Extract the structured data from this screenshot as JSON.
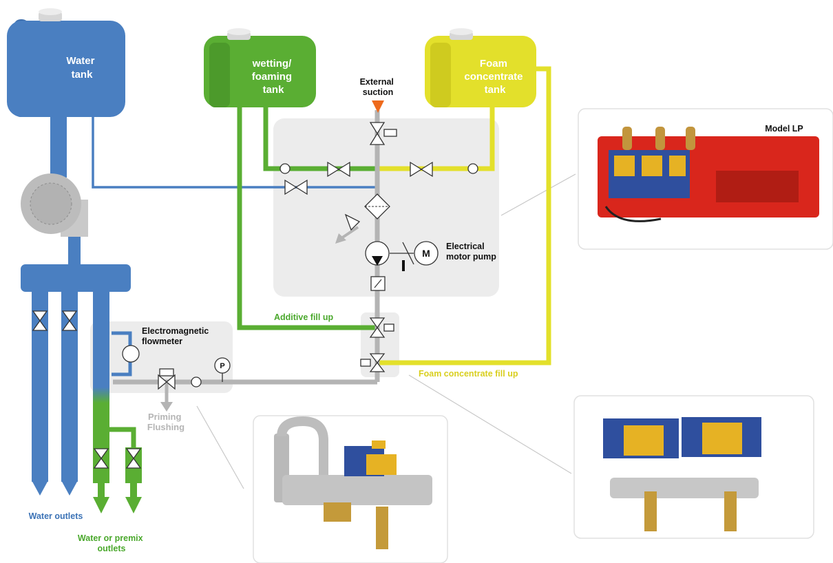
{
  "tanks": {
    "water": [
      "Water",
      "tank"
    ],
    "wetting": [
      "wetting/",
      "foaming",
      "tank"
    ],
    "foam": [
      "Foam",
      "concentrate",
      "tank"
    ]
  },
  "labels": {
    "external_suction": [
      "External",
      "suction"
    ],
    "electrical_motor_pump": [
      "Electrical",
      "motor pump"
    ],
    "motor_symbol": "M",
    "pressure_symbol": "P",
    "additive_fill_up": "Additive fill up",
    "foam_concentrate_fill_up": "Foam concentrate fill up",
    "electromagnetic_flowmeter": [
      "Electromagnetic",
      "flowmeter"
    ],
    "priming_flushing": [
      "Priming",
      "Flushing"
    ],
    "water_outlets": "Water outlets",
    "water_or_premix_outlets": [
      "Water or premix",
      "outlets"
    ],
    "model_lp": "Model LP"
  },
  "colors": {
    "water": "#4a7fc1",
    "additive": "#5aae33",
    "foam": "#e3e02b",
    "pipe_grey": "#b4b4b4",
    "panel": "#ececec",
    "external_suction_marker": "#ee6a1c"
  }
}
